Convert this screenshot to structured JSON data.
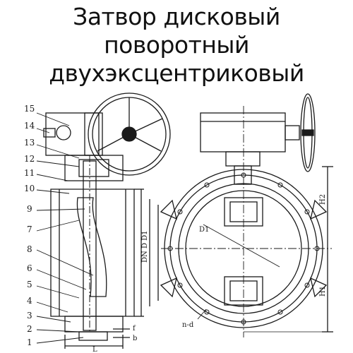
{
  "title": {
    "line1": "Затвор дисковый",
    "line2": "поворотный",
    "line3": "двухэксцентриковый"
  },
  "part_numbers": [
    "15",
    "14",
    "13",
    "12",
    "11",
    "10",
    "9",
    "7",
    "8",
    "6",
    "5",
    "4",
    "3",
    "2",
    "1"
  ],
  "dimensions": {
    "L": "L",
    "f": "f",
    "b": "b",
    "d1": "D1",
    "nd": "n-d",
    "h1": "H1",
    "h2": "H2",
    "dn_d_d1": "DN D D1"
  }
}
